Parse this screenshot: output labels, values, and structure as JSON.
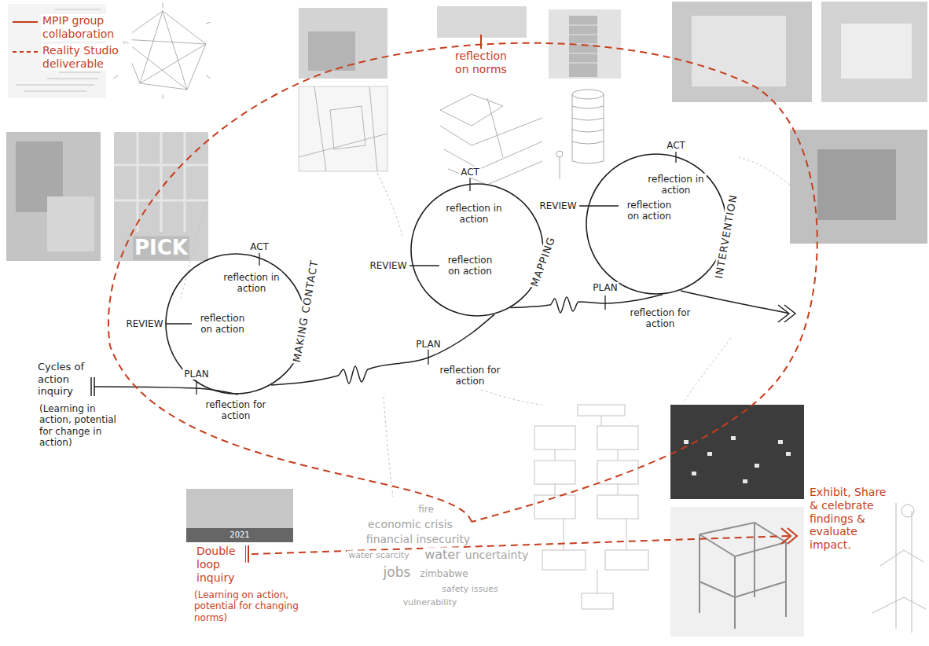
{
  "diagram": {
    "nodes": [
      {
        "text": [
          "MAKING CONTACT",
          "ACT",
          "reflection in action",
          "REVIEW",
          "reflection on action"
        ]
      },
      {
        "text": [
          "MAPPING",
          "ACT",
          "reflection in action",
          "REVIEW",
          "reflection on action"
        ]
      },
      {
        "text": [
          "INTERVENTION",
          "ACT",
          "reflection in action",
          "REVIEW",
          "reflection on action"
        ]
      }
    ],
    "edges": [
      {
        "from": 0,
        "to": 1,
        "arrow": "none"
      },
      {
        "from": 1,
        "to": 2,
        "arrow": "none"
      }
    ],
    "labels": [
      "Cycles of action inquiry",
      "(Learning in action, potential for change in action)",
      "PLAN",
      "reflection for action",
      "PLAN",
      "reflection for action",
      "PLAN",
      "reflection for action",
      "reflection on norms",
      "Double loop inquiry",
      "(Learning on action, potential for changing norms)",
      "Exhibit, Share & celebrate findings & evaluate impact.",
      "PICK",
      "2021",
      "fire",
      "economic crisis",
      "financial insecurity",
      "water scarcity",
      "water",
      "uncertainty",
      "jobs",
      "zimbabwe",
      "safety issues",
      "vulnerability"
    ],
    "legend": [
      {
        "text": "MPIP group collaboration"
      },
      {
        "text": "Reality Studio deliverable"
      }
    ]
  }
}
